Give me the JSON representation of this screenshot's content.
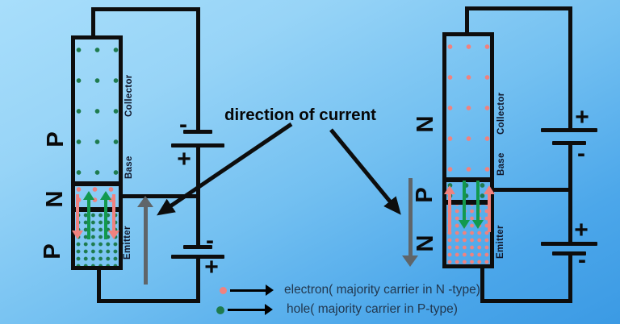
{
  "title": "direction of current",
  "left_transistor": {
    "type": "PNP",
    "regions": [
      {
        "doping": "P",
        "terminal": "Collector",
        "carrier": "hole"
      },
      {
        "doping": "N",
        "terminal": "Base",
        "carrier": "electron"
      },
      {
        "doping": "P",
        "terminal": "Emitter",
        "carrier": "hole"
      }
    ]
  },
  "right_transistor": {
    "type": "NPN",
    "regions": [
      {
        "doping": "N",
        "terminal": "Collector",
        "carrier": "electron"
      },
      {
        "doping": "P",
        "terminal": "Base",
        "carrier": "hole"
      },
      {
        "doping": "N",
        "terminal": "Emitter",
        "carrier": "electron"
      }
    ]
  },
  "batteries": {
    "left_top": {
      "top": "-",
      "bottom": "+"
    },
    "left_bottom": {
      "top": "-",
      "bottom": "+"
    },
    "right_top": {
      "top": "+",
      "bottom": "-"
    },
    "right_bottom": {
      "top": "+",
      "bottom": "-"
    }
  },
  "legend": {
    "items": [
      {
        "symbol": "electron-dot-arrow",
        "color": "#f0827f",
        "label": "electron( majority carrier in N -type)"
      },
      {
        "symbol": "hole-dot-arrow",
        "color": "#1e7b4e",
        "label": "hole( majority carrier in P-type)"
      }
    ]
  },
  "colors": {
    "electron": "#f0827f",
    "hole": "#1e7b4e",
    "hole_arrow": "#12994e",
    "wire": "#0d0d0d",
    "current_arrow": "#5f6569"
  }
}
